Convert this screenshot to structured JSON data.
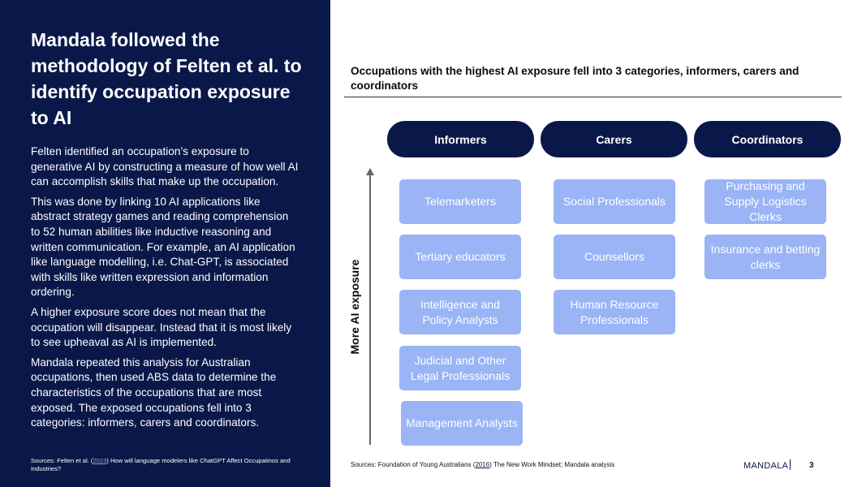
{
  "left": {
    "title": "Mandala followed the methodology of Felten et al. to identify occupation exposure to AI",
    "paragraphs": [
      "Felten identified an occupation’s exposure to generative AI by constructing a measure of how well AI can accomplish skills that make up the occupation.",
      "This was done by linking 10 AI applications like abstract strategy games and reading comprehension to 52 human abilities like inductive reasoning and written communication. For example, an AI application like language modelling, i.e. Chat-GPT, is associated with skills like written expression and information ordering.",
      "A higher exposure score does not mean that the occupation will disappear. Instead that it is most likely to see upheaval as AI is implemented.",
      "Mandala repeated this analysis for Australian occupations, then used ABS data to determine the characteristics of the occupations that are most exposed. The exposed occupations fell into 3 categories: informers, carers and coordinators."
    ],
    "sources_prefix": "Sources:  Felten et al. (",
    "sources_year": "2023",
    "sources_suffix": ") How will language modelers like ChatGPT Affect Occupatinos and Industries?"
  },
  "right": {
    "title": "Occupations with the highest AI exposure fell into 3 categories, informers, carers and coordinators",
    "axis_label": "More AI exposure",
    "categories": [
      {
        "name": "Informers",
        "occupations": [
          "Telemarketers",
          "Tertiary educators",
          "Intelligence and Policy Analysts",
          "Judicial and Other Legal Professionals",
          "Management Analysts"
        ]
      },
      {
        "name": "Carers",
        "occupations": [
          "Social Professionals",
          "Counsellors",
          "Human Resource Professionals"
        ]
      },
      {
        "name": "Coordinators",
        "occupations": [
          "Purchasing and Supply Logistics Clerks",
          "Insurance and betting clerks"
        ]
      }
    ],
    "sources_prefix": "Sources: Foundation of Young Australians (",
    "sources_year": "2016",
    "sources_suffix": ") The New Work Mindset; Mandala analysis"
  },
  "footer": {
    "brand": "MANDALA",
    "page_number": "3"
  },
  "colors": {
    "navy": "#0a1849",
    "box_blue": "#9ab4f6",
    "white": "#ffffff"
  }
}
